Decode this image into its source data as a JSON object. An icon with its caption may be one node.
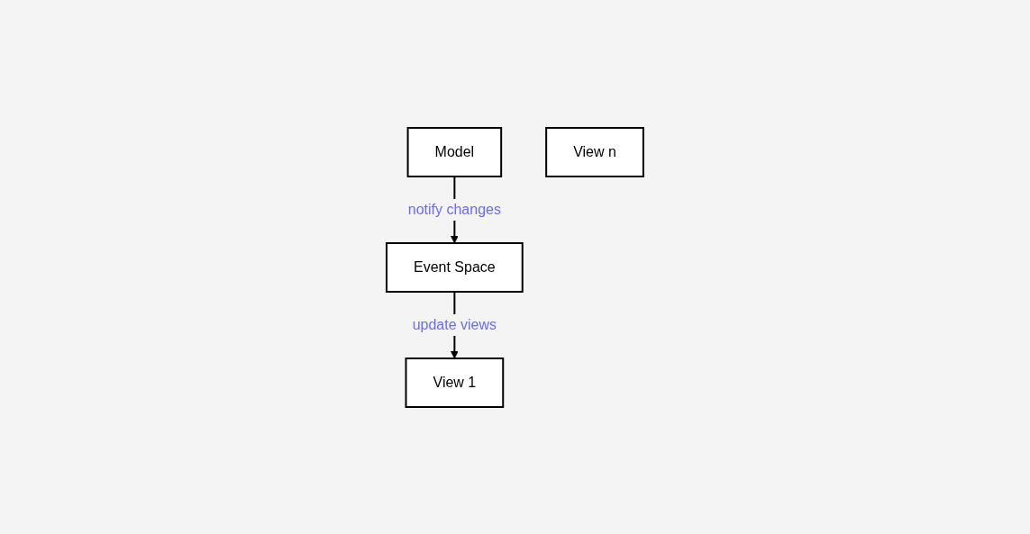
{
  "diagram": {
    "nodes": [
      {
        "text": [
          "Event Space"
        ]
      },
      {
        "text": [
          "Model"
        ]
      },
      {
        "text": [
          "View n"
        ]
      },
      {
        "text": [
          "View 1"
        ]
      }
    ],
    "edges": [
      {
        "from": 1,
        "to": 0,
        "arrow": "to",
        "label": "notify changes"
      },
      {
        "from": 0,
        "to": 3,
        "arrow": "to",
        "label": "update views"
      }
    ]
  }
}
